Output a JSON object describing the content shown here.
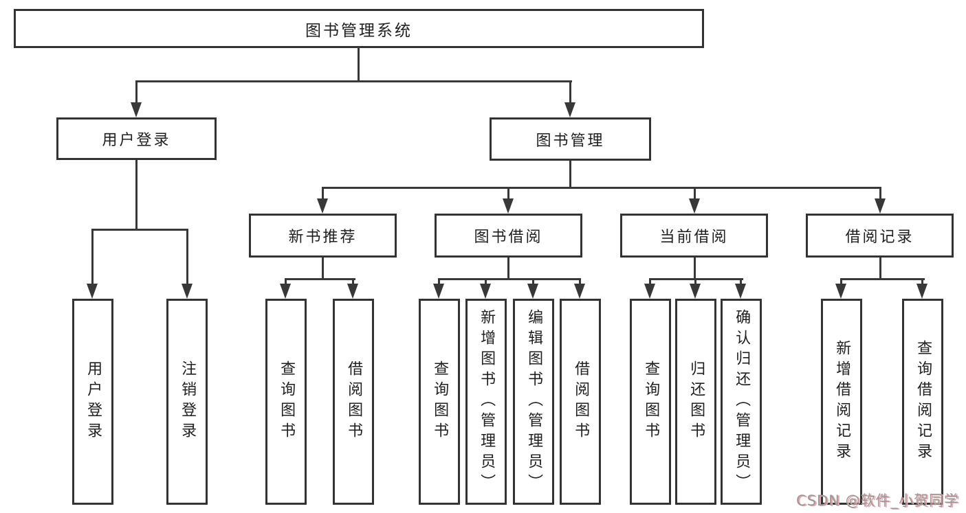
{
  "diagram": {
    "tree": {
      "label": "图书管理系统",
      "children": [
        {
          "label": "用户登录",
          "children": [
            {
              "label": "用户登录"
            },
            {
              "label": "注销登录"
            }
          ]
        },
        {
          "label": "图书管理",
          "children": [
            {
              "label": "新书推荐",
              "children": [
                {
                  "label": "查询图书"
                },
                {
                  "label": "借阅图书"
                }
              ]
            },
            {
              "label": "图书借阅",
              "children": [
                {
                  "label": "查询图书"
                },
                {
                  "label": "新增图书（管理员）"
                },
                {
                  "label": "编辑图书（管理员）"
                },
                {
                  "label": "借阅图书"
                }
              ]
            },
            {
              "label": "当前借阅",
              "children": [
                {
                  "label": "查询图书"
                },
                {
                  "label": "归还图书"
                },
                {
                  "label": "确认归还（管理员）"
                }
              ]
            },
            {
              "label": "借阅记录",
              "children": [
                {
                  "label": "新增借阅记录"
                },
                {
                  "label": "查询借阅记录"
                }
              ]
            }
          ]
        }
      ]
    },
    "watermark": "CSDN @软件_小贺同学",
    "colors": {
      "line": "#383838",
      "box_border": "#333333",
      "text": "#1f1f1f",
      "background": "#ffffff",
      "watermark_text": "#999999",
      "watermark_shadow": "#e9a6a6"
    }
  }
}
